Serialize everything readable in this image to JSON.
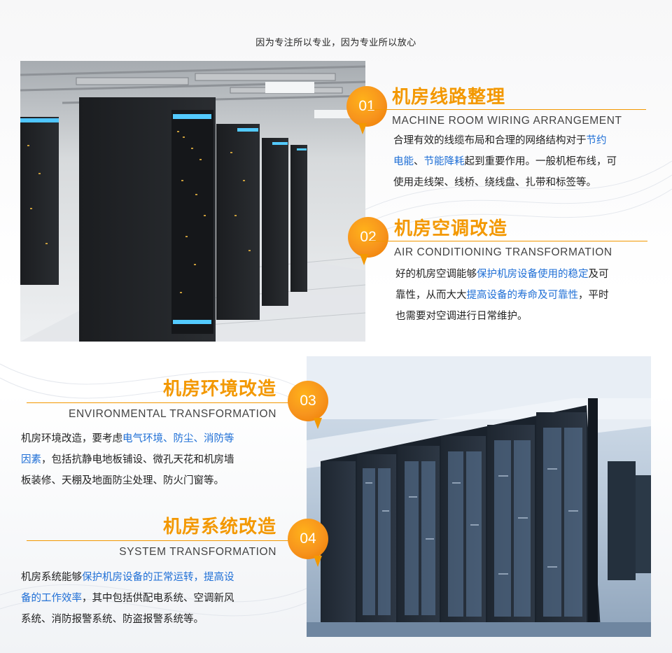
{
  "header": {
    "tagline": "因为专注所以专业，因为专业所以放心"
  },
  "sections": [
    {
      "number": "01",
      "title": "机房线路整理",
      "subtitle": "MACHINE ROOM WIRING ARRANGEMENT",
      "lines": [
        [
          {
            "t": "合理有效的线缆布局和合理的网络结构对于",
            "h": false
          },
          {
            "t": "节约",
            "h": true
          }
        ],
        [
          {
            "t": "电能",
            "h": true
          },
          {
            "t": "、",
            "h": false
          },
          {
            "t": "节能降耗",
            "h": true
          },
          {
            "t": "起到重要作用。一般机柜布线，可",
            "h": false
          }
        ],
        [
          {
            "t": "使用走线架、线桥、绕线盘、扎带和标签等。",
            "h": false
          }
        ]
      ]
    },
    {
      "number": "02",
      "title": "机房空调改造",
      "subtitle": "AIR CONDITIONING TRANSFORMATION",
      "lines": [
        [
          {
            "t": "好的机房空调能够",
            "h": false
          },
          {
            "t": "保护机房设备使用的稳定",
            "h": true
          },
          {
            "t": "及可",
            "h": false
          }
        ],
        [
          {
            "t": "靠性，从而大大",
            "h": false
          },
          {
            "t": "提高设备的寿命及可靠性",
            "h": true
          },
          {
            "t": "，平时",
            "h": false
          }
        ],
        [
          {
            "t": "也需要对空调进行日常维护。",
            "h": false
          }
        ]
      ]
    },
    {
      "number": "03",
      "title": "机房环境改造",
      "subtitle": "ENVIRONMENTAL TRANSFORMATION",
      "lines": [
        [
          {
            "t": "机房环境改造，要考虑",
            "h": false
          },
          {
            "t": "电气环境、防尘、消防等",
            "h": true
          }
        ],
        [
          {
            "t": "因素",
            "h": true
          },
          {
            "t": "，包括抗静电地板铺设、微孔天花和机房墙",
            "h": false
          }
        ],
        [
          {
            "t": "板装修、天棚及地面防尘处理、防火门窗等。",
            "h": false
          }
        ]
      ]
    },
    {
      "number": "04",
      "title": "机房系统改造",
      "subtitle": "SYSTEM TRANSFORMATION",
      "lines": [
        [
          {
            "t": "机房系统能够",
            "h": false
          },
          {
            "t": "保护机房设备的正常运转，提高设",
            "h": true
          }
        ],
        [
          {
            "t": "备的工作效率",
            "h": true
          },
          {
            "t": "，其中包括供配电系统、空调新风",
            "h": false
          }
        ],
        [
          {
            "t": "系统、消防报警系统、防盗报警系统等。",
            "h": false
          }
        ]
      ]
    }
  ],
  "colors": {
    "accent": "#f39800",
    "highlight": "#1f6fd6",
    "text": "#222222"
  }
}
